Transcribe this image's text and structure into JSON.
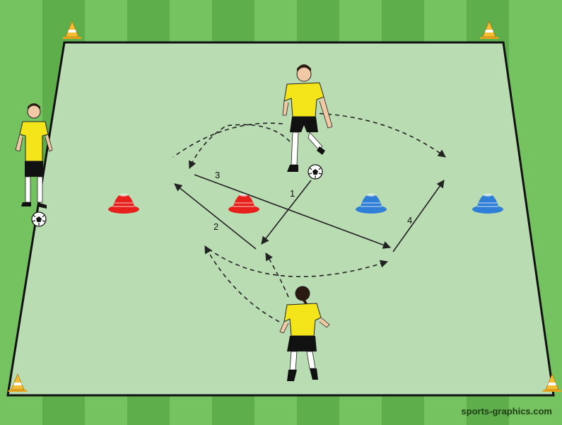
{
  "drill": {
    "pass_labels": [
      "1",
      "2",
      "3",
      "4"
    ],
    "watermark": "sports-graphics.com"
  },
  "colors": {
    "grass_dark": "#5fae4c",
    "grass_light": "#74c260",
    "field_fill": "#b9dcb2",
    "red_cone": "#e8201c",
    "blue_cone": "#2f7fd6",
    "corner_cone": "#f2b62a",
    "shirt": "#f3e51a"
  },
  "icons": [
    "corner-cone-icon",
    "red-marker-cone-icon",
    "blue-marker-cone-icon",
    "soccer-ball-icon",
    "player-figure"
  ]
}
